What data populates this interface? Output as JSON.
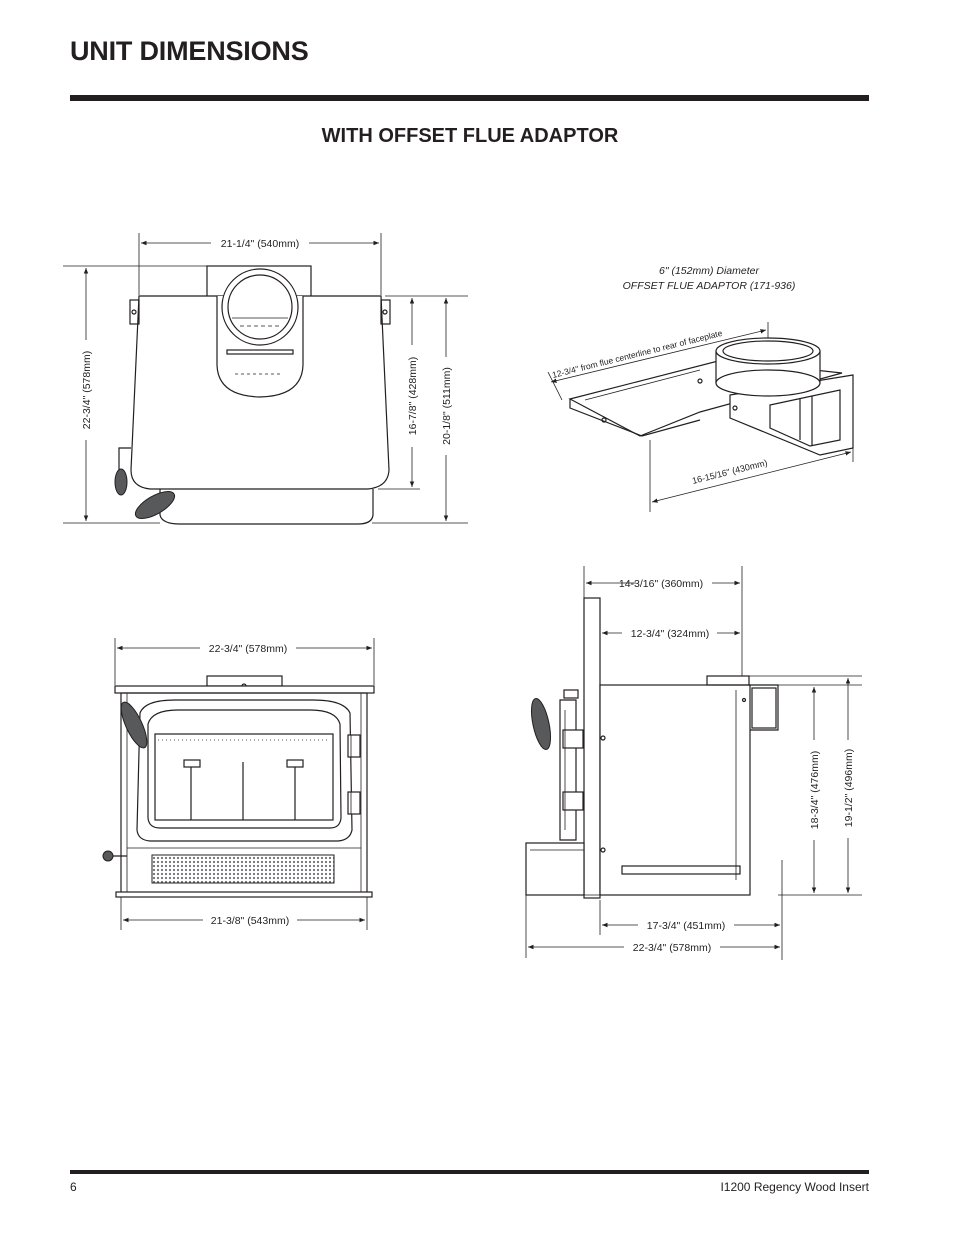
{
  "header": {
    "title": "UNIT DIMENSIONS",
    "subtitle": "WITH OFFSET FLUE ADAPTOR"
  },
  "top_view": {
    "width_dim": "21-1/4\" (540mm)",
    "depth_dim": "22-3/4\" (578mm)",
    "dim_a": "16-7/8\" (428mm)",
    "dim_b": "20-1/8\" (511mm)"
  },
  "adaptor": {
    "caption_line1": "6\" (152mm) Diameter",
    "caption_line2": "OFFSET FLUE ADAPTOR (171-936)",
    "offset_dim": "12-3/4\" from flue centerline to rear of faceplate",
    "length_dim": "16-15/16\" (430mm)"
  },
  "front_view": {
    "top_dim": "22-3/4\" (578mm)",
    "bottom_dim": "21-3/8\" (543mm)"
  },
  "side_view": {
    "dim_top1": "14-3/16\" (360mm)",
    "dim_top2": "12-3/4\" (324mm)",
    "dim_h1": "18-3/4\" (476mm)",
    "dim_h2": "19-1/2\" (496mm)",
    "dim_bottom1": "17-3/4\" (451mm)",
    "dim_bottom2": "22-3/4\" (578mm)"
  },
  "footer": {
    "page_number": "6",
    "document_name": "I1200 Regency Wood Insert"
  }
}
